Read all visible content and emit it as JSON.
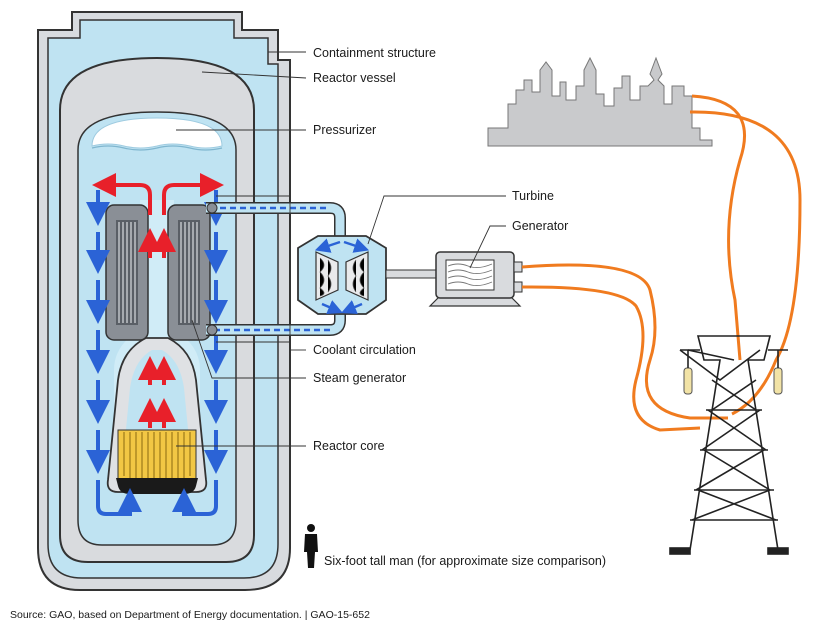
{
  "labels": {
    "containment": "Containment structure",
    "vessel": "Reactor vessel",
    "pressurizer": "Pressurizer",
    "turbine": "Turbine",
    "generator": "Generator",
    "coolant": "Coolant circulation",
    "steam_generator": "Steam generator",
    "core": "Reactor core",
    "man": "Six-foot tall man (for approximate size comparison)"
  },
  "source": "Source: GAO, based on Department of Energy documentation.  |  GAO-15-652",
  "colors": {
    "containment_fill": "#e2e4e7",
    "coolant_water": "#bfe3f2",
    "hot_flow": "#e8202a",
    "cold_flow": "#2b63d6",
    "power_line": "#f07b1f",
    "core_fuel": "#f2c744",
    "skyline": "#c9cacc"
  },
  "icons": [
    "person-icon",
    "city-skyline-icon",
    "transmission-tower-icon"
  ]
}
